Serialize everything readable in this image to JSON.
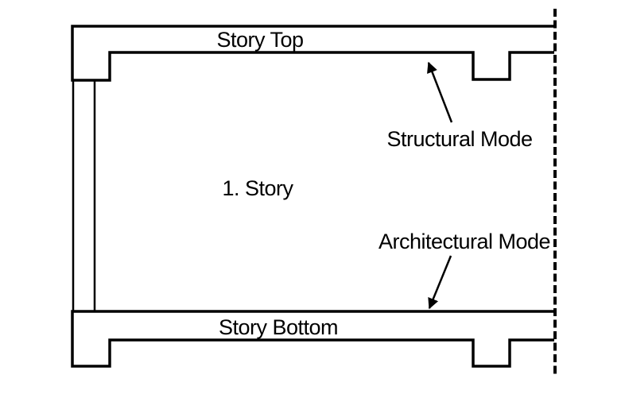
{
  "diagram": {
    "background_color": "#ffffff",
    "line_color": "#000000",
    "text_color": "#000000",
    "labels": {
      "story_top": "Story Top",
      "story_name": "1. Story",
      "story_bottom": "Story Bottom",
      "structural_mode": "Structural Mode",
      "architectural_mode": "Architectural Mode"
    }
  }
}
